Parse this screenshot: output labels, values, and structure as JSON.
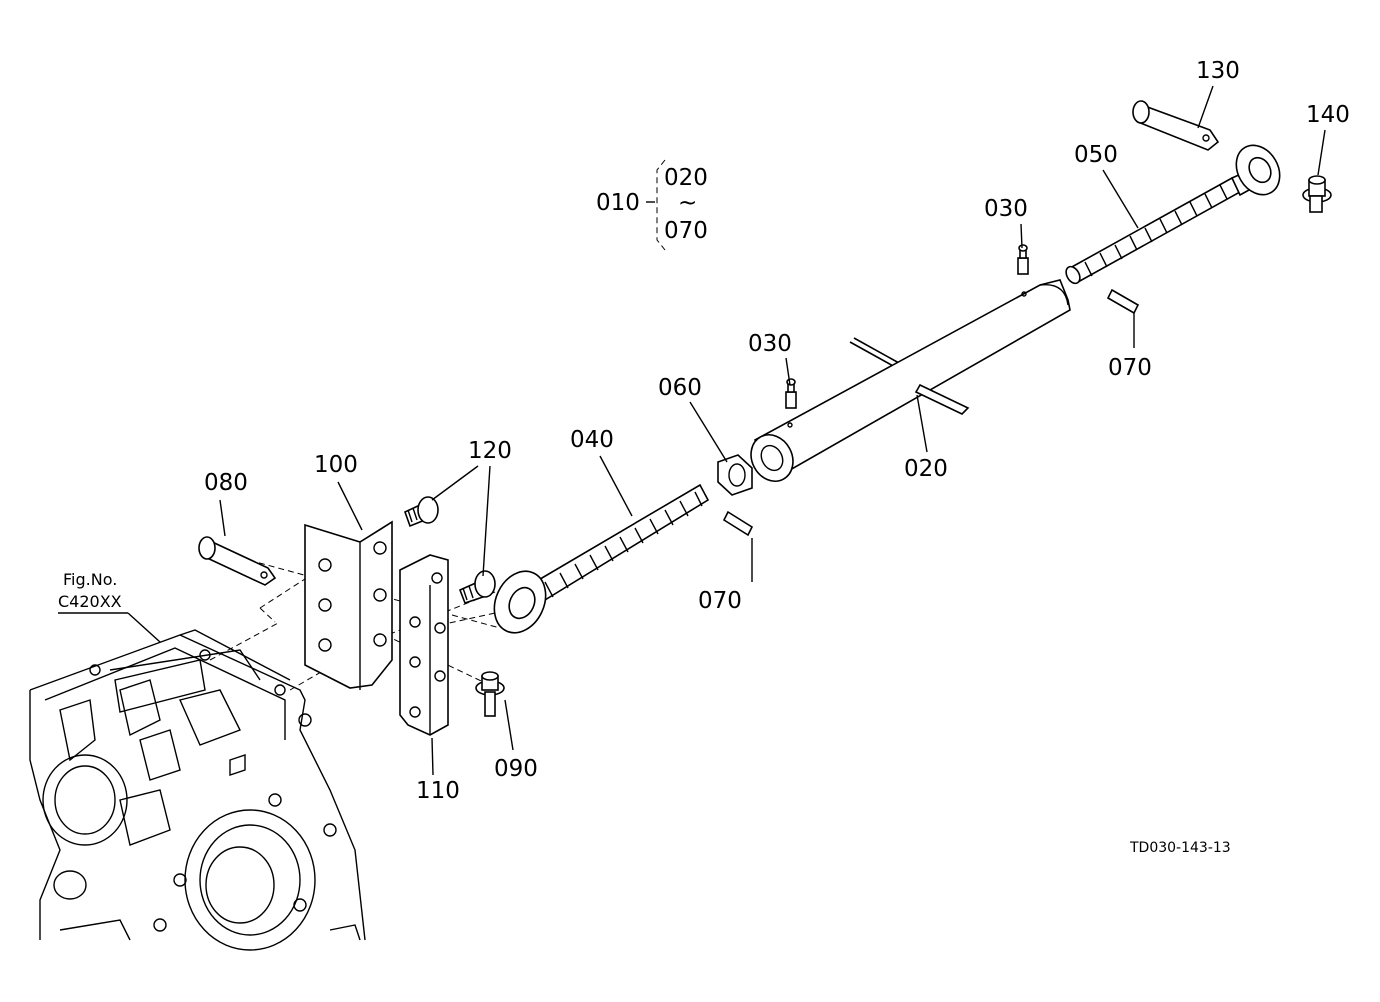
{
  "labels": {
    "p010": "010",
    "range_start": "020",
    "range_sep": "~",
    "range_end": "070",
    "p020": "020",
    "p030_a": "030",
    "p030_b": "030",
    "p040": "040",
    "p050": "050",
    "p060": "060",
    "p070_a": "070",
    "p070_b": "070",
    "p080": "080",
    "p090": "090",
    "p100": "100",
    "p110": "110",
    "p120": "120",
    "p130": "130",
    "p140": "140"
  },
  "reference": {
    "fig_line1": "Fig.No.",
    "fig_line2": "C420XX"
  },
  "drawing_code": "TD030-143-13"
}
